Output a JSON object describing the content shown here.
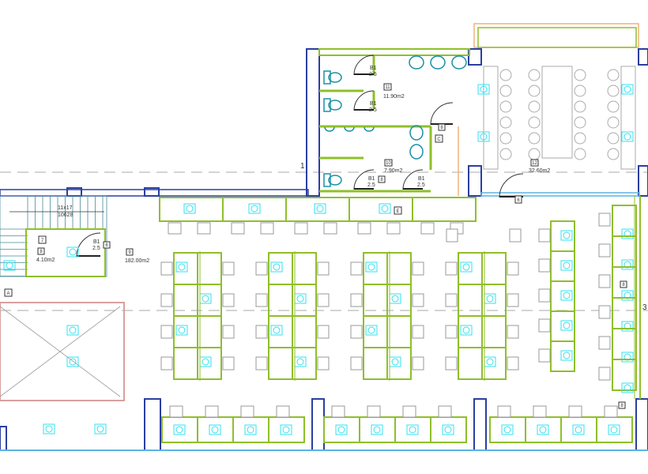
{
  "drawing": {
    "grid_markers": [
      "1",
      "3"
    ],
    "rooms": [
      {
        "number": "11",
        "area": "11.90m2"
      },
      {
        "number": "10",
        "area": "7.90m2"
      },
      {
        "number": "8",
        "area": "4.10m2"
      },
      {
        "number": "9",
        "area": "182.00m2"
      },
      {
        "number": "12",
        "area": "32.60m2"
      }
    ],
    "stair": {
      "size": "11x17",
      "run": "10628"
    },
    "door_tag": {
      "type": "B1",
      "size": "2.5"
    },
    "tags": [
      "A",
      "C",
      "E",
      "6",
      "6",
      "7",
      "8",
      "8",
      "8",
      "8"
    ],
    "colors": {
      "wall": "#2b3fa0",
      "partition": "#8fbf2a",
      "fixture": "#1a8fa8",
      "furniture": "#999999",
      "lamp": "#33e0f0",
      "void": "#d9a0a0",
      "counter": "#f2b27a"
    }
  }
}
